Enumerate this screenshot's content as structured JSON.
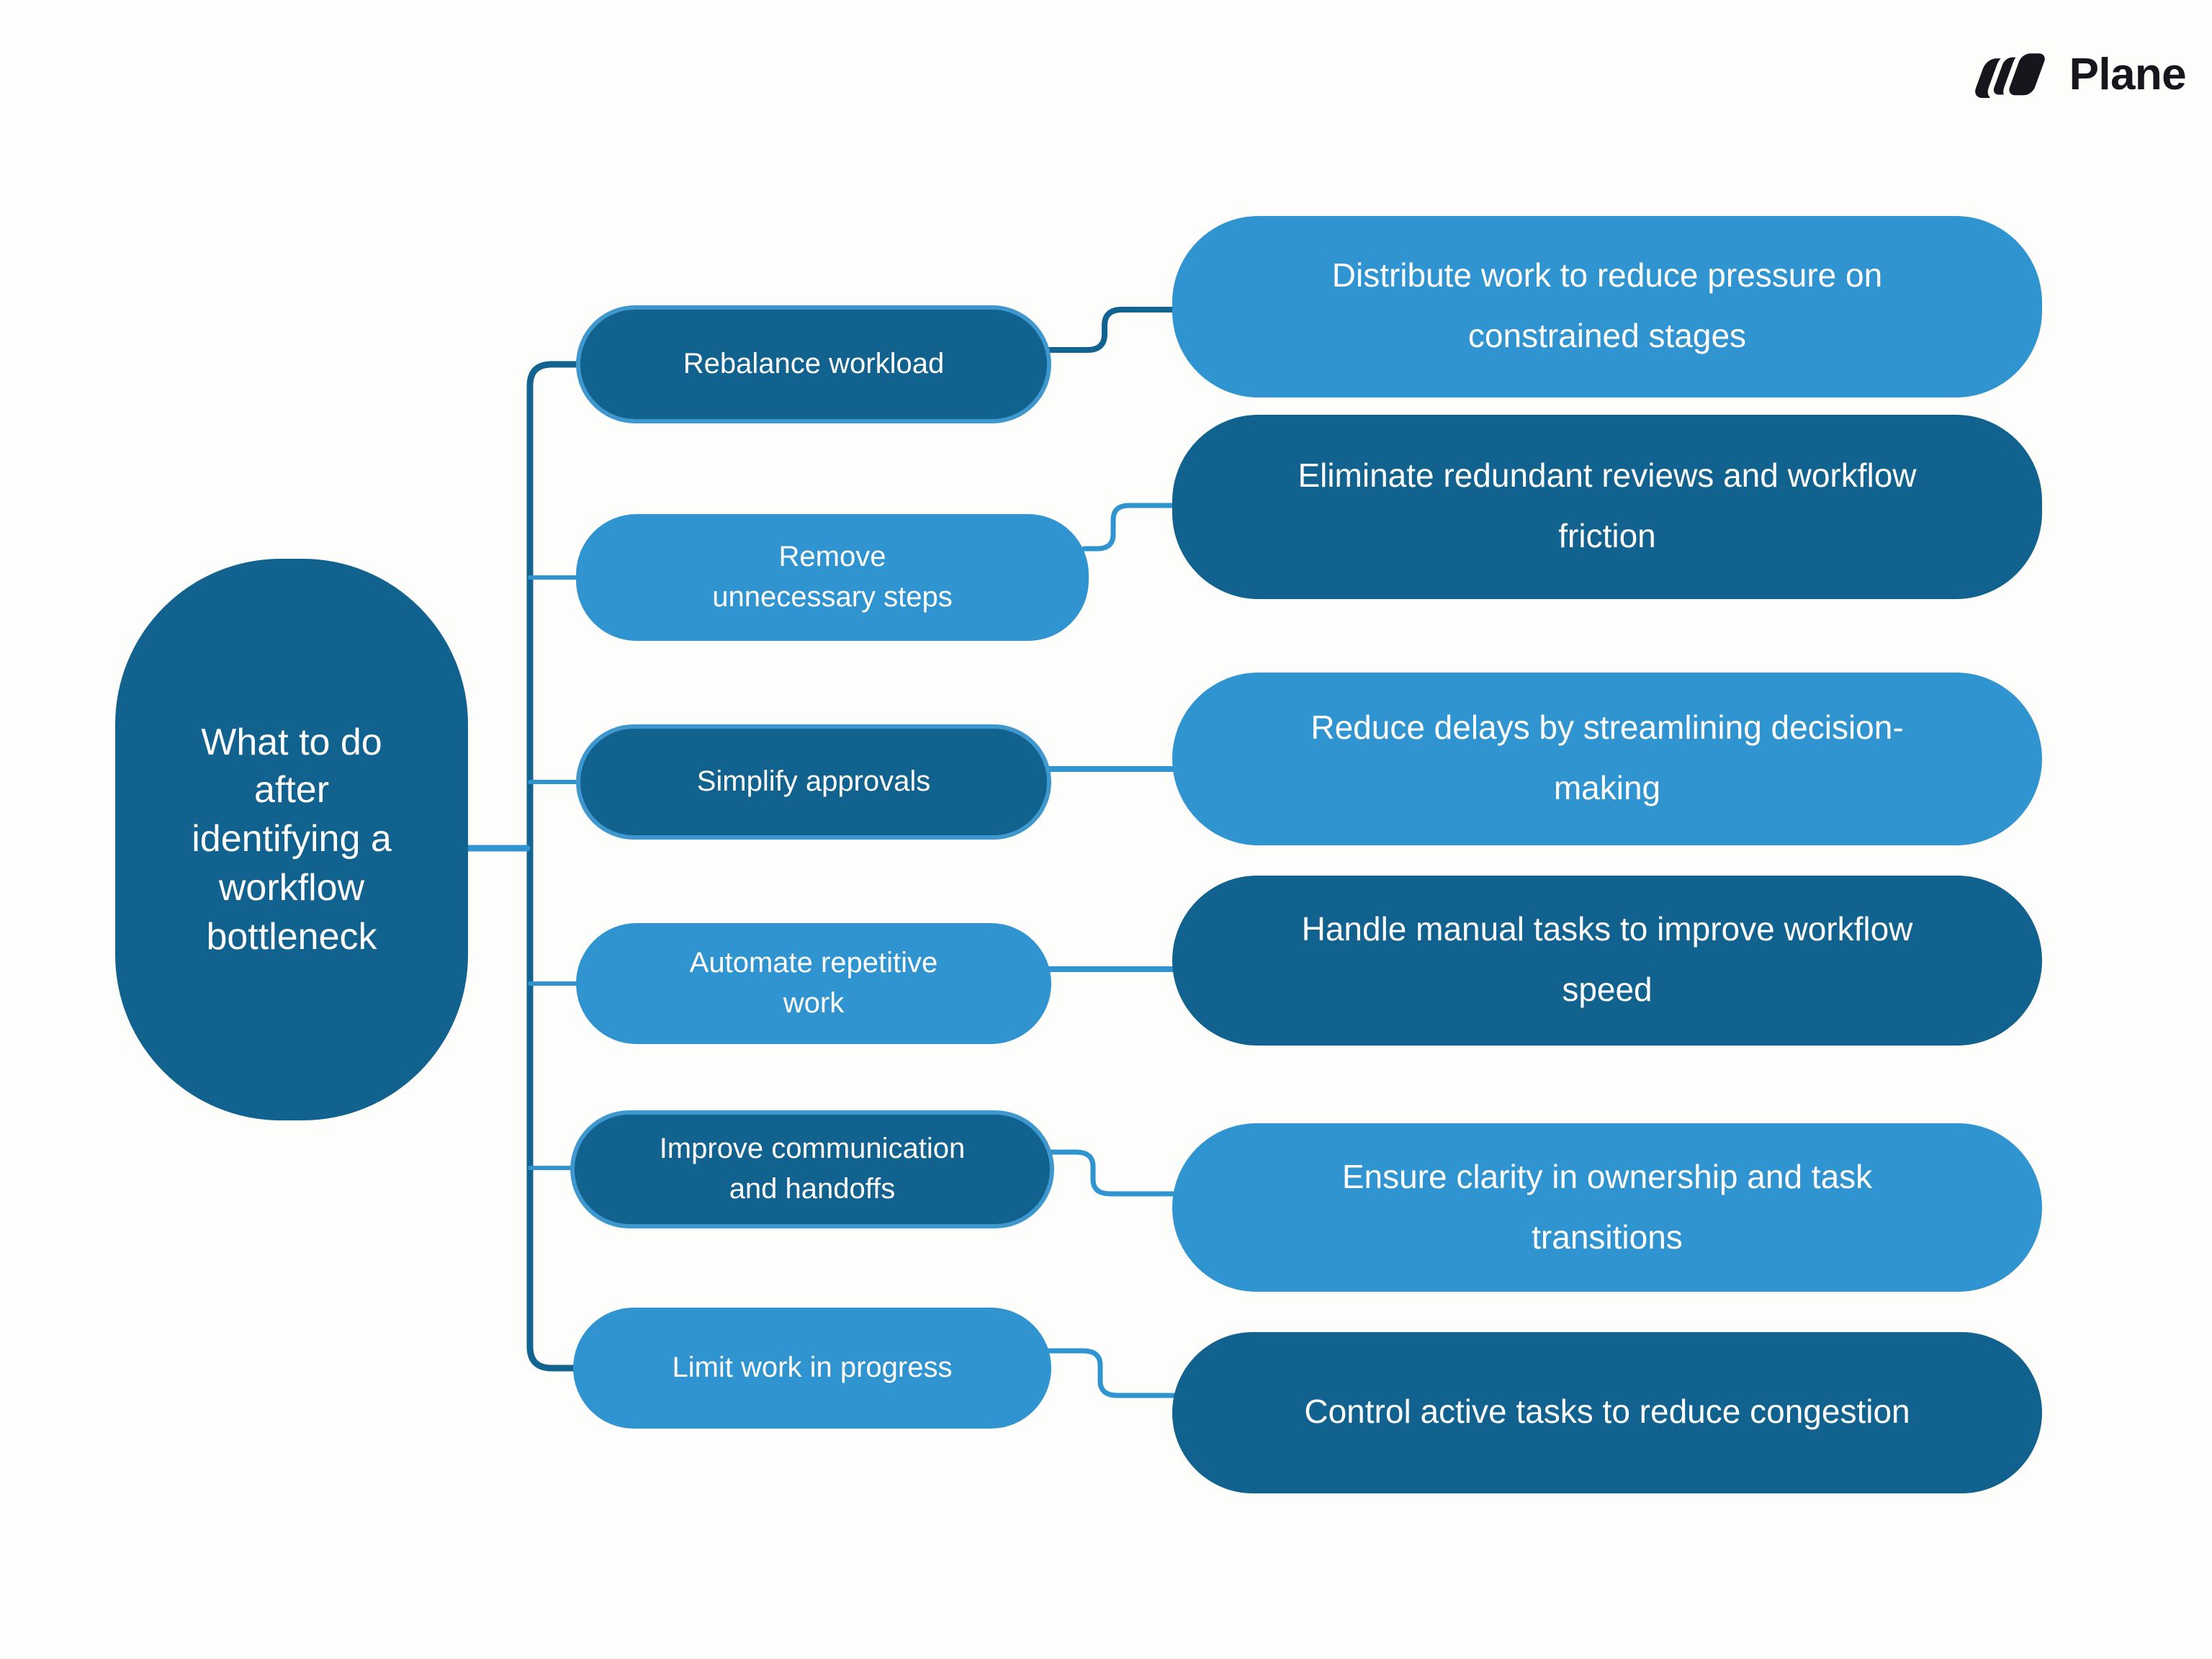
{
  "brand": {
    "name": "Plane"
  },
  "colors": {
    "dark_blue": "#11628F",
    "light_blue": "#2F94D0",
    "dark_pill_border": "#3E97CD",
    "connector_dark": "#136390",
    "connector_light": "#2F94D0",
    "logo_text": "#15171C",
    "text_on_pills": "#FFFFFF",
    "background": "#FDFDFC"
  },
  "center": {
    "title": "What to do after identifying a workflow bottleneck"
  },
  "branches": [
    {
      "label": "Rebalance workload",
      "detail": "Distribute work to reduce pressure on constrained stages"
    },
    {
      "label": "Remove unnecessary steps",
      "detail": "Eliminate redundant reviews and workflow friction"
    },
    {
      "label": "Simplify approvals",
      "detail": "Reduce delays by streamlining decision-making"
    },
    {
      "label": "Automate repetitive work",
      "detail": "Handle manual tasks to improve workflow speed"
    },
    {
      "label": "Improve communication and handoffs",
      "detail": "Ensure clarity in ownership and task transitions"
    },
    {
      "label": "Limit work in progress",
      "detail": "Control active tasks to reduce congestion"
    }
  ]
}
